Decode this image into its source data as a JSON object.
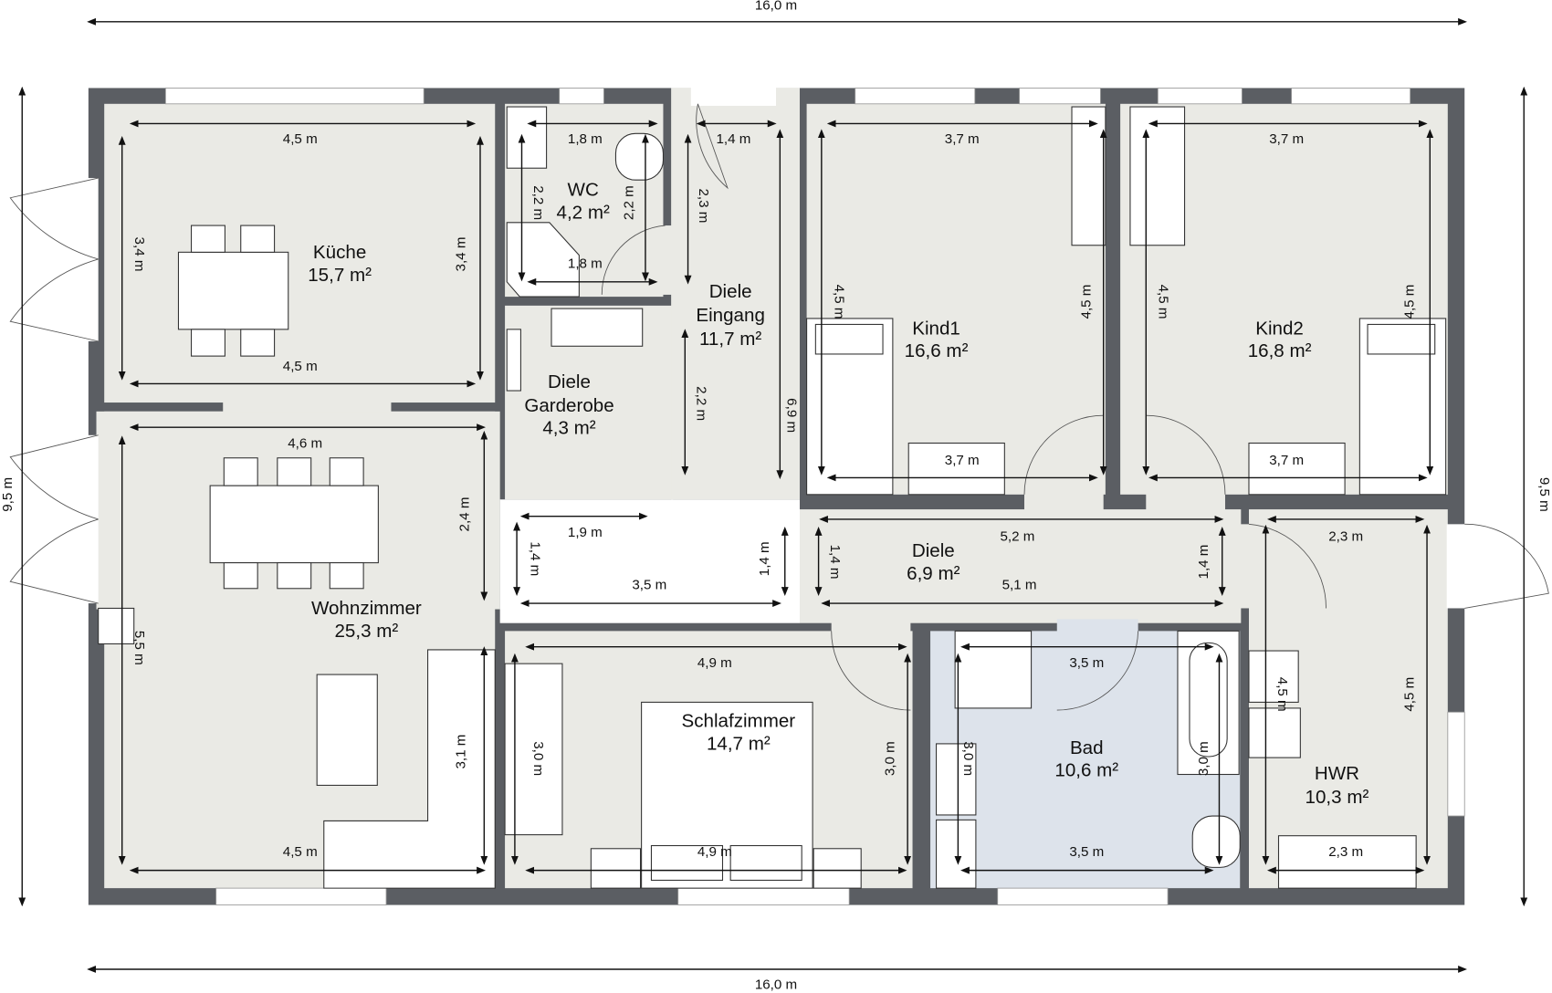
{
  "rooms": {
    "kueche": {
      "name": "Küche",
      "area": "15,7 m²"
    },
    "wc": {
      "name": "WC",
      "area": "4,2 m²"
    },
    "eingang": {
      "name1": "Diele",
      "name2": "Eingang",
      "area": "11,7 m²"
    },
    "garderobe": {
      "name1": "Diele",
      "name2": "Garderobe",
      "area": "4,3 m²"
    },
    "kind1": {
      "name": "Kind1",
      "area": "16,6 m²"
    },
    "kind2": {
      "name": "Kind2",
      "area": "16,8 m²"
    },
    "wohnzimmer": {
      "name": "Wohnzimmer",
      "area": "25,3 m²"
    },
    "diele": {
      "name": "Diele",
      "area": "6,9 m²"
    },
    "schlafzimmer": {
      "name": "Schlafzimmer",
      "area": "14,7 m²"
    },
    "bad": {
      "name": "Bad",
      "area": "10,6 m²"
    },
    "hwr": {
      "name": "HWR",
      "area": "10,3 m²"
    }
  },
  "dims": {
    "total_top": "16,0 m",
    "total_bottom": "16,0 m",
    "total_left": "9,5 m",
    "total_right": "9,5 m",
    "kueche_top": "4,5 m",
    "kueche_bottom": "4,5 m",
    "kueche_left": "3,4 m",
    "kueche_right": "3,4 m",
    "wc_top": "1,8 m",
    "wc_bottom": "1,8 m",
    "wc_left": "2,2 m",
    "wc_right": "2,2 m",
    "eingang_top": "1,4 m",
    "eingang_left_upper": "2,3 m",
    "eingang_left_lower": "2,2 m",
    "eingang_right": "6,9 m",
    "wohn_top": "4,6 m",
    "wohn_right_upper": "2,4 m",
    "wohn_left": "5,5 m",
    "wohn_right_lower": "3,1 m",
    "wohn_bottom": "4,5 m",
    "mid_top": "1,9 m",
    "mid_left": "1,4 m",
    "mid_bottom": "3,5 m",
    "mid_right": "1,4 m",
    "kind1_top": "3,7 m",
    "kind1_left": "4,5 m",
    "kind1_right": "4,5 m",
    "kind1_bottom": "3,7 m",
    "kind2_top": "3,7 m",
    "kind2_left": "4,5 m",
    "kind2_right": "4,5 m",
    "kind2_bottom": "3,7 m",
    "diele_top": "5,2 m",
    "diele_left": "1,4 m",
    "diele_right": "1,4 m",
    "diele_bottom": "5,1 m",
    "hwr_top": "2,3 m",
    "hwr_left": "4,5 m",
    "hwr_right": "4,5 m",
    "hwr_bottom": "2,3 m",
    "schlaf_top": "4,9 m",
    "schlaf_left": "3,0 m",
    "schlaf_right": "3,0 m",
    "schlaf_bottom": "4,9 m",
    "bad_top": "3,5 m",
    "bad_left": "3,0 m",
    "bad_right": "3,0 m",
    "bad_bottom": "3,5 m"
  },
  "colors": {
    "wall": "#5b5e63",
    "floor": "#eaeae5",
    "bath_floor": "#dde3eb"
  }
}
